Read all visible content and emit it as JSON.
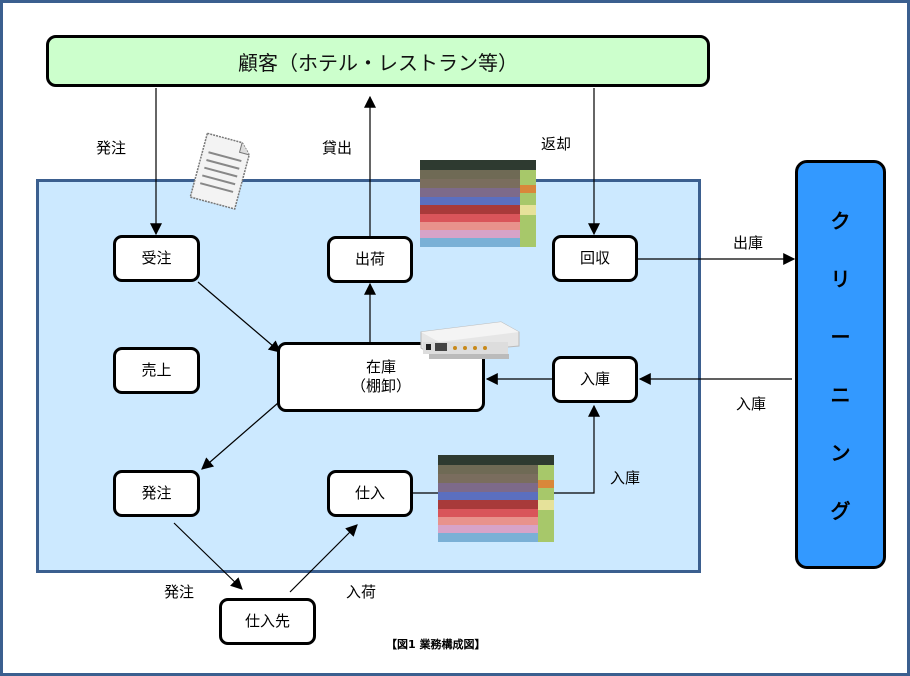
{
  "customer": {
    "label": "顧客（ホテル・レストラン等）",
    "color": "#ccffcc"
  },
  "cleaning": {
    "chars": [
      "ク",
      "リ",
      "ー",
      "ニ",
      "ン",
      "グ"
    ],
    "color": "#3399ff"
  },
  "nodes": {
    "juchu": "受注",
    "uriage": "売上",
    "hatchu": "発注",
    "shukka": "出荷",
    "zaiko_line1": "在庫",
    "zaiko_line2": "（棚卸）",
    "shiire": "仕入",
    "kaishu": "回収",
    "nyuko": "入庫",
    "shiiresaki": "仕入先"
  },
  "edge_labels": {
    "order_from_customer": "発注",
    "lend": "貸出",
    "return": "返却",
    "ship_to_cleaning": "出庫",
    "receive_from_cleaning": "入庫",
    "stock_in": "入庫",
    "order_to_supplier": "発注",
    "arrival": "入荷"
  },
  "icons": {
    "document": "document-icon",
    "towels_top": "towel-stack-image",
    "towels_bottom": "towel-stack-image",
    "rfid_reader": "rfid-reader-image"
  },
  "caption": "【図1 業務構成図】",
  "zone_color": "#cce9ff",
  "frame_color": "#3b5f8f"
}
